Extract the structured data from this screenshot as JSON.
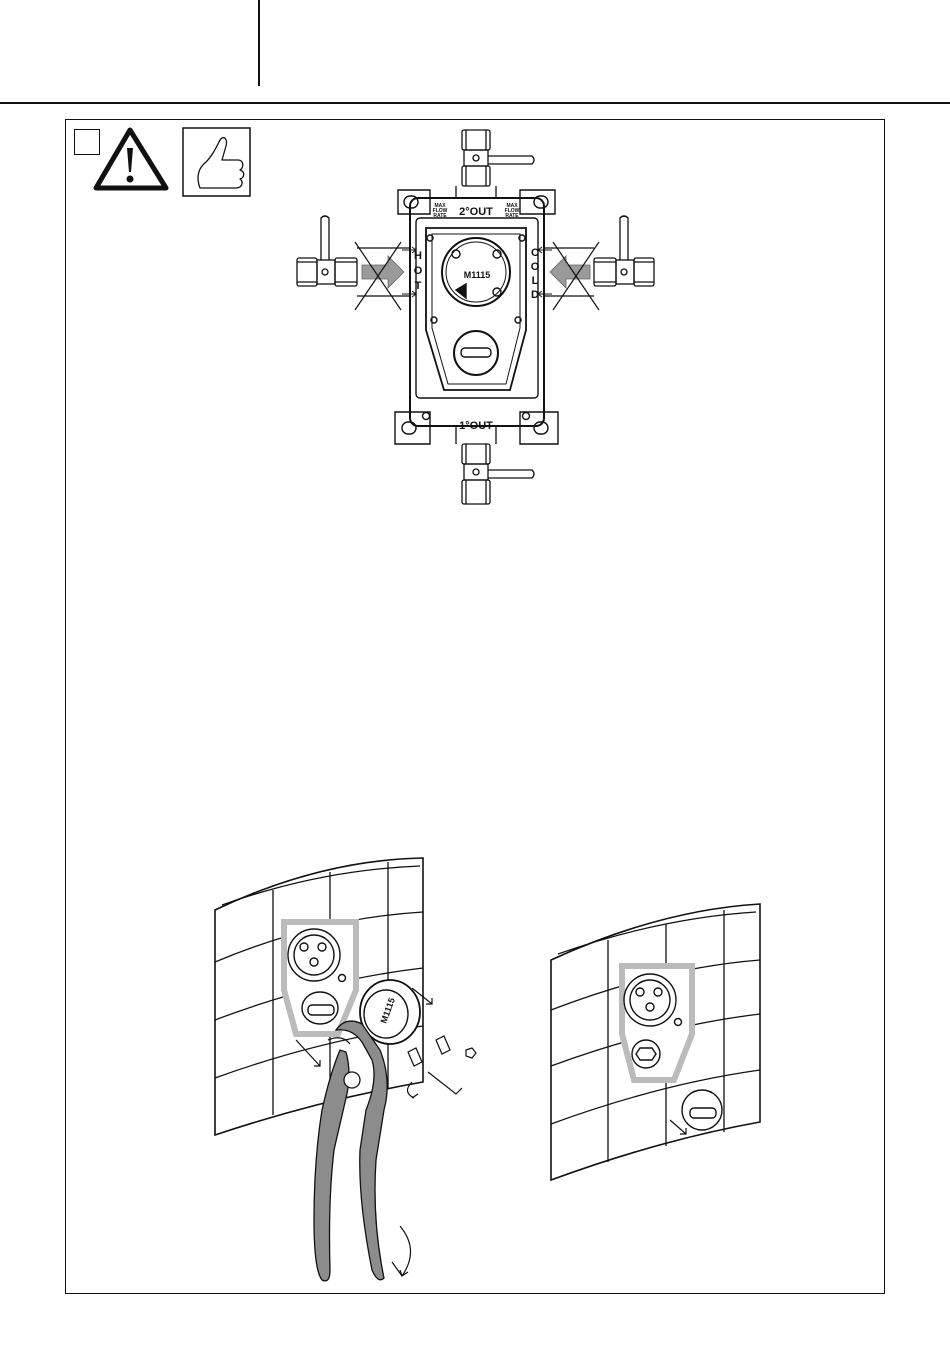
{
  "icons": {
    "warning": "warning-triangle-icon",
    "thumbs_up": "thumbs-up-icon"
  },
  "diagram": {
    "top_outlet": "2°OUT",
    "bottom_outlet": "1°OUT",
    "left_inlet": [
      "H",
      "O",
      "T"
    ],
    "right_inlet": [
      "C",
      "O",
      "L",
      "D"
    ],
    "cartridge_code": "M1115",
    "max_flow_left": [
      "MAX",
      "FLOW",
      "RATE"
    ],
    "max_flow_right": [
      "MAX",
      "FLOW",
      "RATE"
    ]
  },
  "colors": {
    "line": "#111111",
    "arrow_gray": "#9a9a9a",
    "plier_gray": "#8c8c8c"
  }
}
